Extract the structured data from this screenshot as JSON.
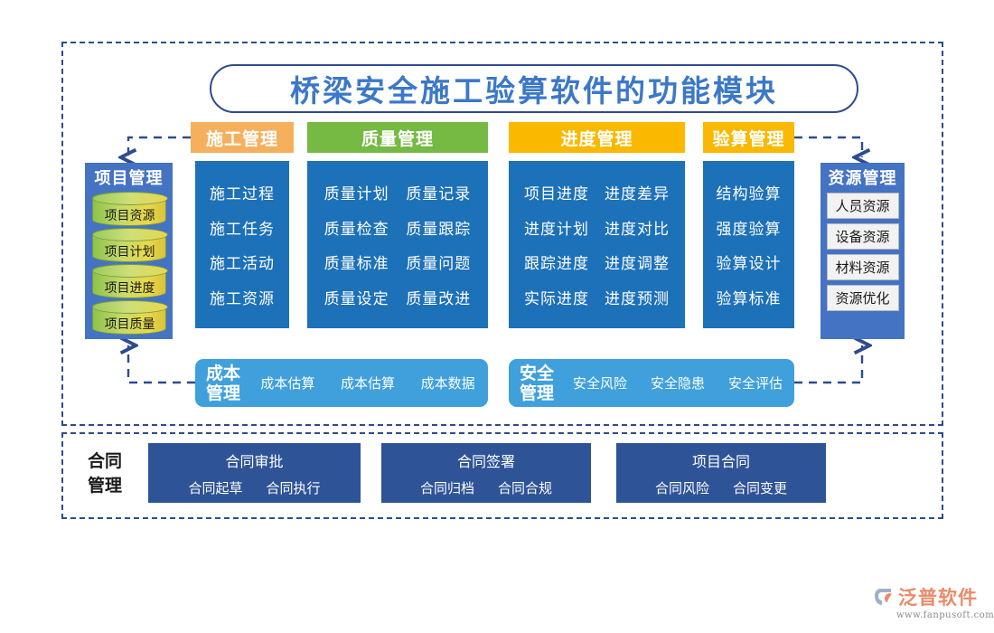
{
  "title": "桥梁安全施工验算软件的功能模块",
  "colors": {
    "panel_blue": "#1D71B8",
    "column_blue": "#4573C4",
    "light_blue": "#3FA0DC",
    "contract_navy": "#2E5396",
    "tab_orange_light": "#F5B05E",
    "tab_green": "#76B943",
    "tab_amber": "#FAB800",
    "frame_dash": "#2E4B8F",
    "title_text": "#3C78C8",
    "logo_orange": "#E98B6A"
  },
  "tabs": [
    {
      "label": "施工管理"
    },
    {
      "label": "质量管理"
    },
    {
      "label": "进度管理"
    },
    {
      "label": "验算管理"
    }
  ],
  "project_column": {
    "heading": "项目管理",
    "items": [
      "项目资源",
      "项目计划",
      "项目进度",
      "项目质量"
    ]
  },
  "resource_column": {
    "heading": "资源管理",
    "items": [
      "人员资源",
      "设备资源",
      "材料资源",
      "资源优化"
    ]
  },
  "panels": {
    "construction": {
      "items": [
        "施工过程",
        "施工任务",
        "施工活动",
        "施工资源"
      ]
    },
    "quality": {
      "rows": [
        [
          "质量计划",
          "质量记录"
        ],
        [
          "质量检查",
          "质量跟踪"
        ],
        [
          "质量标准",
          "质量问题"
        ],
        [
          "质量设定",
          "质量改进"
        ]
      ]
    },
    "progress": {
      "rows": [
        [
          "项目进度",
          "进度差异"
        ],
        [
          "进度计划",
          "进度对比"
        ],
        [
          "跟踪进度",
          "进度调整"
        ],
        [
          "实际进度",
          "进度预测"
        ]
      ]
    },
    "verification": {
      "items": [
        "结构验算",
        "强度验算",
        "验算设计",
        "验算标准"
      ]
    }
  },
  "cost_bar": {
    "heading_line1": "成本",
    "heading_line2": "管理",
    "items": [
      "成本估算",
      "成本估算",
      "成本数据"
    ]
  },
  "safety_bar": {
    "heading_line1": "安全",
    "heading_line2": "管理",
    "items": [
      "安全风险",
      "安全隐患",
      "安全评估"
    ]
  },
  "contract": {
    "label_line1": "合同",
    "label_line2": "管理",
    "boxes": [
      {
        "title": "合同审批",
        "items": [
          "合同起草",
          "合同执行"
        ]
      },
      {
        "title": "合同签署",
        "items": [
          "合同归档",
          "合同合规"
        ]
      },
      {
        "title": "项目合同",
        "items": [
          "合同风险",
          "合同变更"
        ]
      }
    ]
  },
  "logo": {
    "name": "泛普软件",
    "url": "www.fanpusoft.com"
  }
}
